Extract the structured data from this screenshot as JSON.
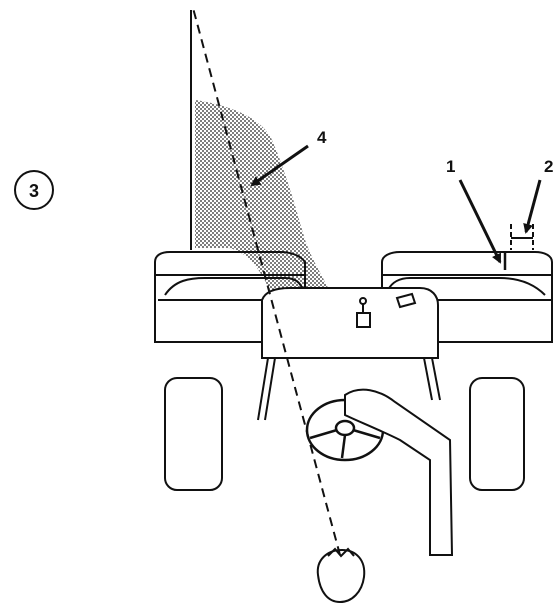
{
  "figure": {
    "step_number": "3",
    "callouts": [
      {
        "id": "1",
        "text": "1"
      },
      {
        "id": "2",
        "text": "2"
      },
      {
        "id": "4",
        "text": "4"
      }
    ]
  }
}
